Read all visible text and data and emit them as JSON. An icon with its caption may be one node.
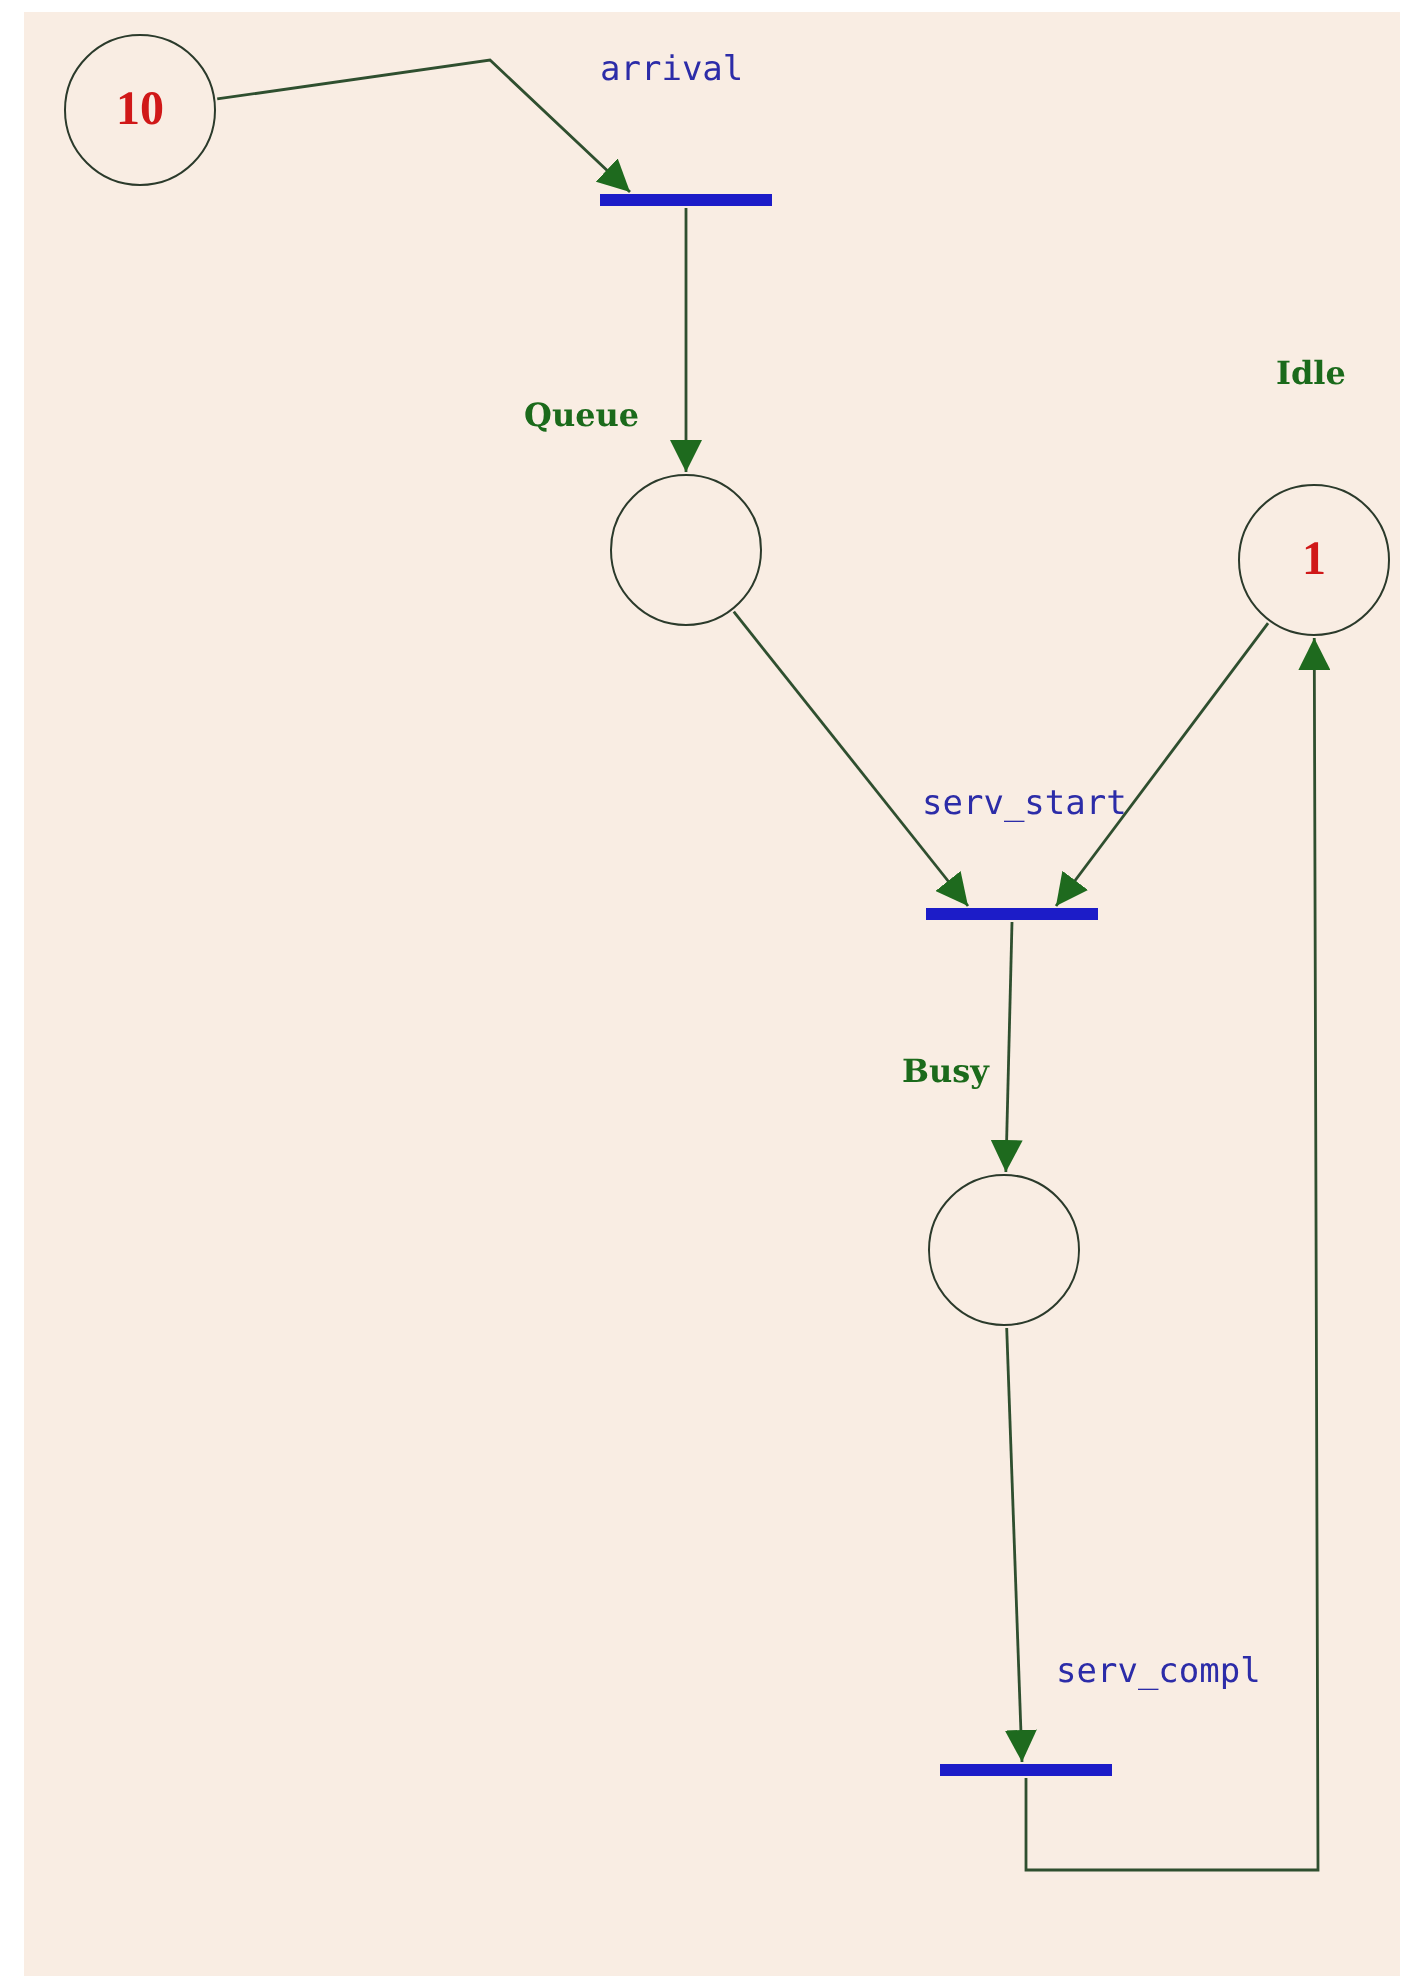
{
  "diagram": {
    "nodes": [
      {
        "text": [
          "10"
        ]
      },
      {
        "text": [
          "arrival"
        ]
      },
      {
        "text": [
          "Queue"
        ]
      },
      {
        "text": [
          "Idle",
          "1"
        ]
      },
      {
        "text": [
          "serv_start"
        ]
      },
      {
        "text": [
          "Busy"
        ]
      },
      {
        "text": [
          "serv_compl"
        ]
      }
    ],
    "edges": [
      {
        "from": 0,
        "to": 1,
        "arrow": "to"
      },
      {
        "from": 1,
        "to": 2,
        "arrow": "to"
      },
      {
        "from": 2,
        "to": 4,
        "arrow": "to"
      },
      {
        "from": 3,
        "to": 4,
        "arrow": "to"
      },
      {
        "from": 4,
        "to": 5,
        "arrow": "to"
      },
      {
        "from": 5,
        "to": 6,
        "arrow": "to"
      },
      {
        "from": 6,
        "to": 3,
        "arrow": "to"
      }
    ]
  }
}
